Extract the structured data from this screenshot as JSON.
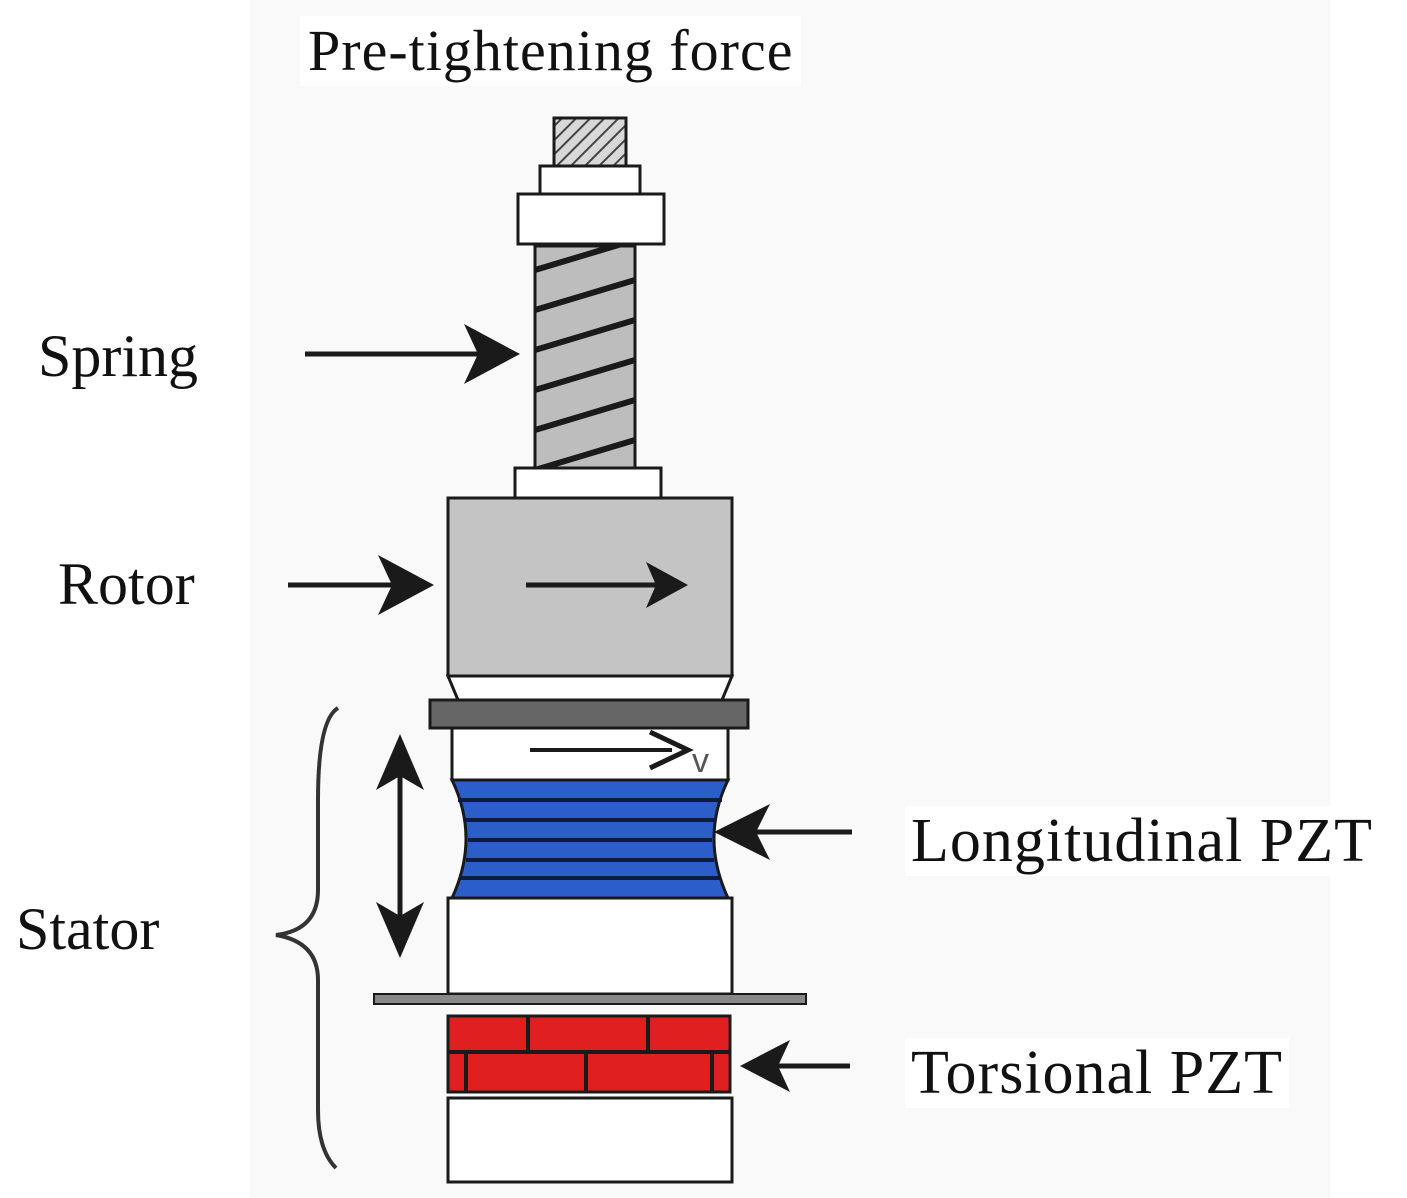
{
  "labels": {
    "title": "Pre-tightening force",
    "spring": "Spring",
    "rotor": "Rotor",
    "stator": "Stator",
    "longitudinal_pzt": "Longitudinal PZT",
    "torsional_pzt": "Torsional PZT",
    "velocity": "v"
  },
  "colors": {
    "longitudinal_pzt": "#2b5ec9",
    "torsional_pzt": "#e02020",
    "rotor": "#c4c4c4",
    "spring": "#bdbdbd",
    "outline": "#1a1a1a"
  }
}
